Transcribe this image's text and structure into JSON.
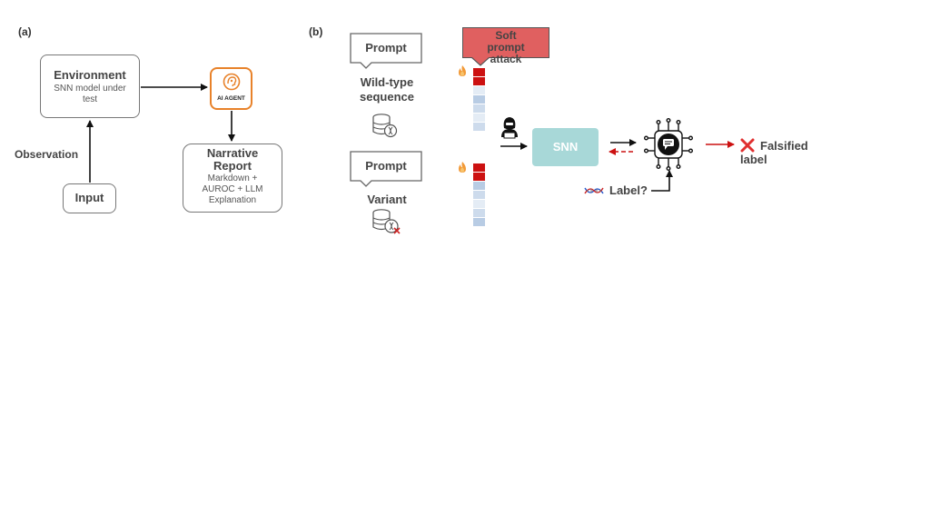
{
  "panel_a": {
    "label": "(a)",
    "environment": {
      "title": "Environment",
      "subtitle": "SNN model under test"
    },
    "agent": {
      "label": "AI AGENT"
    },
    "observation": "Observation",
    "input": "Input",
    "report": {
      "title": "Narrative Report",
      "subtitle": "Markdown + AUROC + LLM Explanation"
    }
  },
  "panel_b": {
    "label": "(b)",
    "prompt_top": "Prompt",
    "wild_type": "Wild-type sequence",
    "prompt_bottom": "Prompt",
    "variant": "Variant",
    "soft_prompt": "Soft prompt attack",
    "snn": "SNN",
    "label_question": "Label?",
    "falsified": "Falsified label"
  },
  "colors": {
    "agent_orange": "#e8822a",
    "attack_red": "#e06060",
    "token_red": "#cc1111",
    "snn_teal": "#a8d8d8",
    "token_blue": "#b8cce4"
  }
}
